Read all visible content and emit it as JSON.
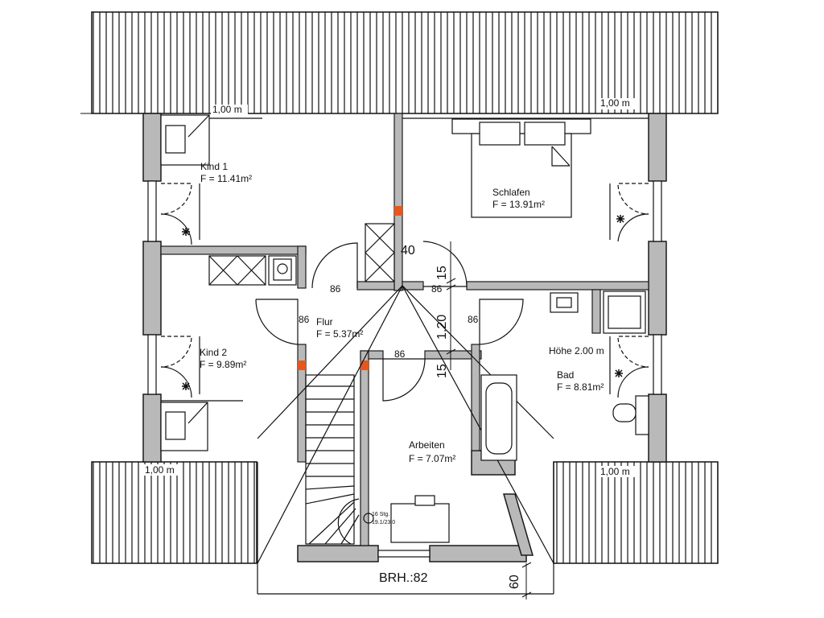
{
  "colors": {
    "wall": "#b9b9b9",
    "wall_outline": "#1a1a1a",
    "accent": "#e8561c",
    "roof_hatch": "#111111"
  },
  "rooms": [
    {
      "key": "kind1",
      "name": "Kind 1",
      "area": "F = 11.41m²"
    },
    {
      "key": "schlafen",
      "name": "Schlafen",
      "area": "F = 13.91m²"
    },
    {
      "key": "kind2",
      "name": "Kind 2",
      "area": "F = 9.89m²"
    },
    {
      "key": "flur",
      "name": "Flur",
      "area": "F = 5.37m²"
    },
    {
      "key": "bad",
      "name": "Bad",
      "area": "F = 8.81m²"
    },
    {
      "key": "arbeiten",
      "name": "Arbeiten",
      "area": "F = 7.07m²"
    }
  ],
  "annotations": {
    "hoehe": "Höhe 2.00 m",
    "brh": "BRH.:82",
    "stair": [
      "16 Stg.",
      "19.1/23.0"
    ]
  },
  "roof_labels": [
    "1,00 m",
    "1,00 m",
    "1,00 m",
    "1,00 m"
  ],
  "dimensions": {
    "door_widths": [
      "86",
      "86",
      "86",
      "86",
      "86"
    ],
    "d40": "40",
    "d15a": "15",
    "d120": "1.20",
    "d15b": "15",
    "d60": "60"
  }
}
